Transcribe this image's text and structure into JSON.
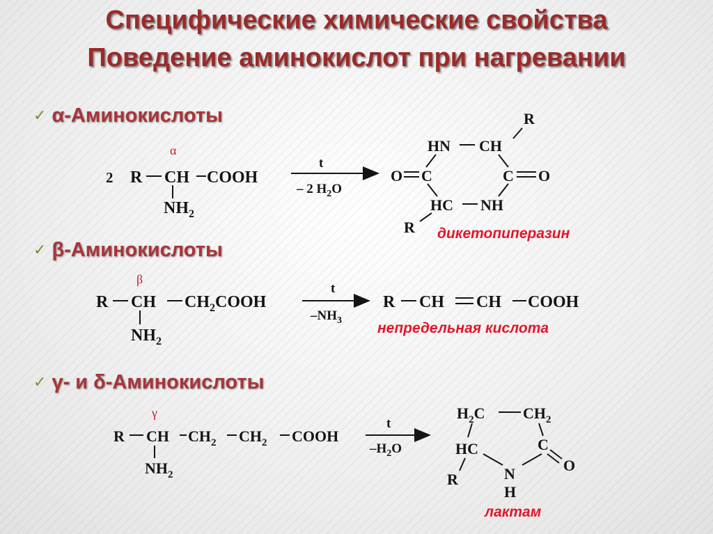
{
  "title": {
    "line1": "Специфические химические свойства",
    "line2": "Поведение аминокислот при нагревании"
  },
  "sections": [
    {
      "heading": "α-Аминокислоты",
      "coefficient": "2",
      "greek": "α",
      "reactant": {
        "r": "R",
        "ch": "CH",
        "cooh": "COOH",
        "nh2": "NH",
        "nh2_sub": "2"
      },
      "arrow_top": "t",
      "arrow_bottom_pre": "– 2 H",
      "arrow_bottom_sub": "2",
      "arrow_bottom_post": "O",
      "product": {
        "r_top": "R",
        "hn": "HN",
        "ch": "CH",
        "o_left": "O",
        "c_left": "C",
        "c_right": "C",
        "o_right": "O",
        "hc": "HC",
        "nh": "NH",
        "r_bottom": "R"
      },
      "product_name": "дикетопиперазин"
    },
    {
      "heading": "β-Аминокислоты",
      "greek": "β",
      "reactant": {
        "r": "R",
        "ch": "CH",
        "ch2cooh_pre": "CH",
        "ch2cooh_sub": "2",
        "ch2cooh_post": "COOH",
        "nh2": "NH",
        "nh2_sub": "2"
      },
      "arrow_top": "t",
      "arrow_bottom_pre": "–NH",
      "arrow_bottom_sub": "3",
      "product": {
        "r": "R",
        "ch1": "CH",
        "ch2": "CH",
        "cooh": "COOH"
      },
      "product_name": "непредельная кислота"
    },
    {
      "heading": "γ- и δ-Аминокислоты",
      "greek": "γ",
      "reactant": {
        "r": "R",
        "ch": "CH",
        "ch2a": "CH",
        "ch2a_sub": "2",
        "ch2b": "CH",
        "ch2b_sub": "2",
        "cooh": "COOH",
        "nh2": "NH",
        "nh2_sub": "2"
      },
      "arrow_top": "t",
      "arrow_bottom_pre": "–H",
      "arrow_bottom_sub": "2",
      "arrow_bottom_post": "O",
      "product": {
        "h2c_pre": "H",
        "h2c_sub": "2",
        "h2c_post": "C",
        "ch2_pre": "CH",
        "ch2_sub": "2",
        "hc": "HC",
        "c": "C",
        "o": "O",
        "n": "N",
        "h": "H",
        "r": "R"
      },
      "product_name": "лактам"
    }
  ],
  "colors": {
    "title": "#9b2a2a",
    "heading": "#a8343a",
    "label": "#e2162b",
    "check": "#7a8f2a"
  }
}
